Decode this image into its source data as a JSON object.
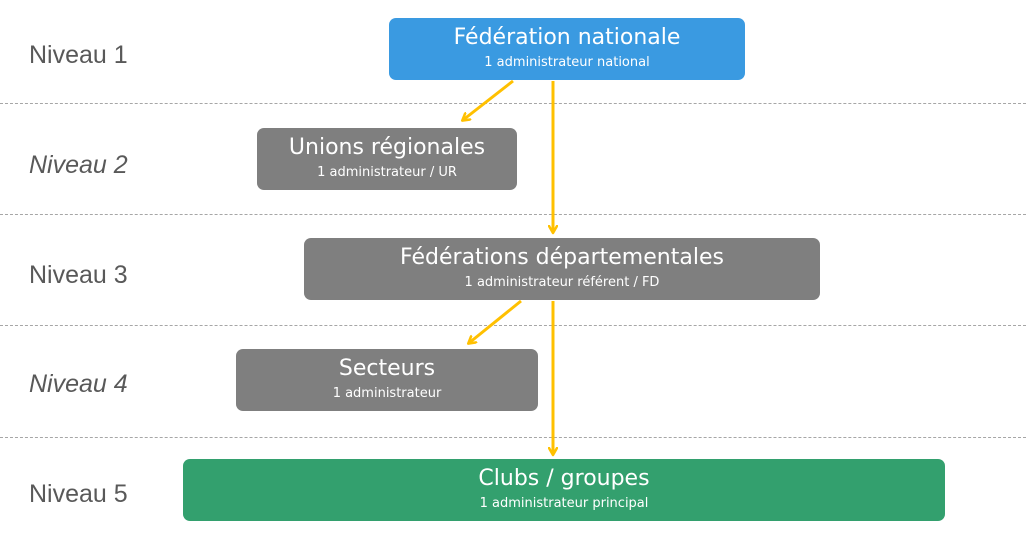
{
  "levels": [
    {
      "label": "Niveau 1"
    },
    {
      "label": "Niveau 2"
    },
    {
      "label": "Niveau 3"
    },
    {
      "label": "Niveau 4"
    },
    {
      "label": "Niveau 5"
    }
  ],
  "nodes": {
    "federation": {
      "title": "Fédération nationale",
      "subtitle": "1 administrateur national",
      "color": "#3a9ae1"
    },
    "unions": {
      "title": "Unions régionales",
      "subtitle": "1 administrateur / UR",
      "color": "#7f7f7f"
    },
    "departementales": {
      "title": "Fédérations départementales",
      "subtitle": "1 administrateur référent / FD",
      "color": "#7f7f7f"
    },
    "secteurs": {
      "title": "Secteurs",
      "subtitle": "1 administrateur",
      "color": "#7f7f7f"
    },
    "clubs": {
      "title": "Clubs / groupes",
      "subtitle": "1 administrateur principal",
      "color": "#33a06e"
    }
  },
  "arrow_color": "#ffc000",
  "divider_color": "#a6a6a6"
}
